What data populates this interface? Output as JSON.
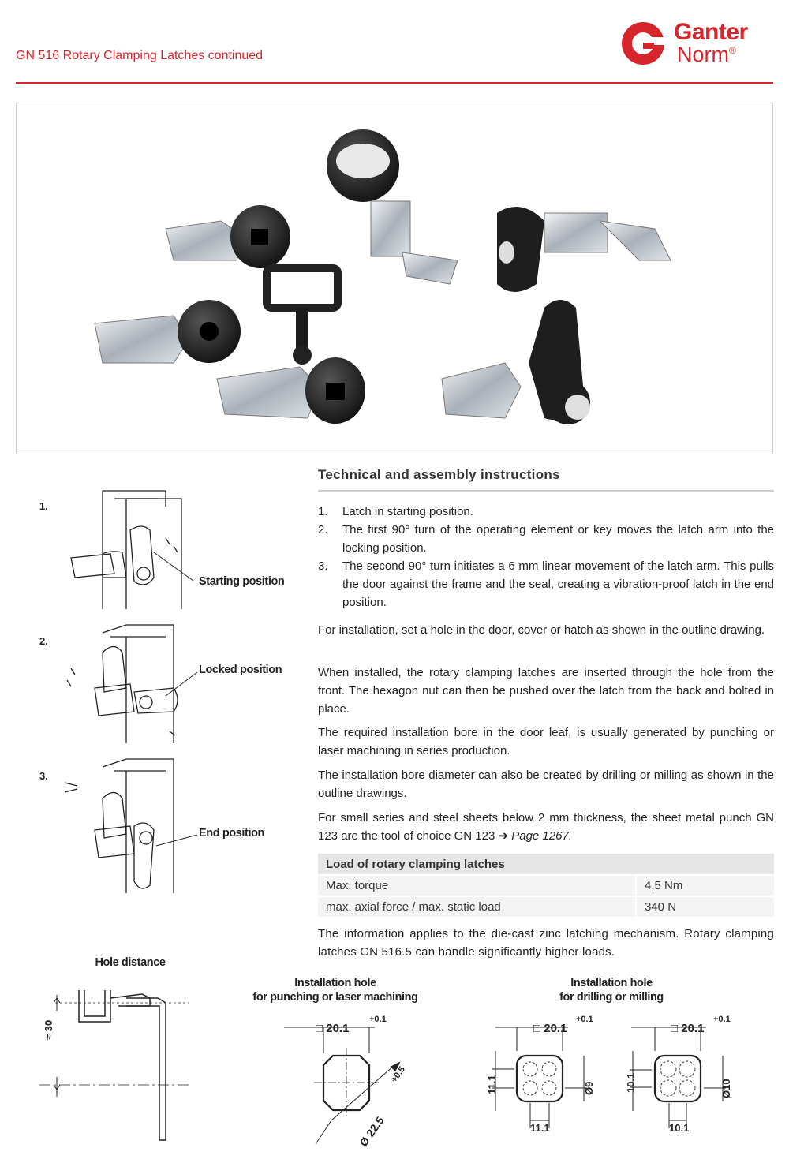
{
  "header": {
    "title": "GN 516 Rotary Clamping Latches continued",
    "logo_line1": "Ganter",
    "logo_line2": "Norm",
    "logo_mark": "®"
  },
  "instructions": {
    "title": "Technical and assembly instructions",
    "steps": [
      {
        "num": "1.",
        "text": "Latch in starting position."
      },
      {
        "num": "2.",
        "text": "The first 90° turn of the operating element or key moves the latch arm into the locking position."
      },
      {
        "num": "3.",
        "text": "The second 90° turn initiates a 6 mm linear movement of the latch arm. This pulls the door against the frame and the seal, creating a vibration-proof latch in the end position."
      }
    ],
    "paragraphs": [
      "For installation, set a hole in the door, cover or hatch as shown in the outline drawing.",
      "When installed, the rotary clamping latches are inserted through the hole from the front. The hexagon nut can then be pushed over the latch from the back and bolted in place.",
      "The required installation bore in the door leaf, is usually generated by punching or laser machining in series production.",
      "The installation bore diameter can also be created by drilling or milling as shown in the outline drawings."
    ],
    "small_series_text": "For small series and steel sheets below 2 mm thickness, the sheet metal punch GN 123 are the tool of choice GN 123 ",
    "arrow": "➔",
    "page_ref": "Page 1267.",
    "load_note": "The information applies to the die-cast zinc latching mechanism. Rotary clamping latches GN 516.5 can handle significantly higher loads."
  },
  "load_table": {
    "title": "Load of rotary clamping latches",
    "rows": [
      {
        "label": "Max. torque",
        "value": "4,5 Nm"
      },
      {
        "label": "max. axial force / max. static load",
        "value": "340 N"
      }
    ]
  },
  "side_diagrams": [
    {
      "num": "1.",
      "label": "Starting position"
    },
    {
      "num": "2.",
      "label": "Locked position"
    },
    {
      "num": "3.",
      "label": "End position"
    }
  ],
  "drawings": {
    "hole_distance": {
      "title": "Hole distance",
      "dim": "≈ 30"
    },
    "punching": {
      "title_line1": "Installation hole",
      "title_line2": "for punching or laser machining",
      "width": "□ 20.1",
      "tol_width": "+0.1",
      "diameter": "Ø 22.5",
      "tol_diameter": "+0.5"
    },
    "drilling": {
      "title_line1": "Installation hole",
      "title_line2": "for drilling or milling",
      "left": {
        "width": "□ 20.1",
        "tol": "+0.1",
        "side": "11.1",
        "bottom": "11.1",
        "diameter": "Ø9"
      },
      "right": {
        "width": "□ 20.1",
        "tol": "+0.1",
        "side": "10.1",
        "bottom": "10.1",
        "diameter": "Ø10"
      }
    }
  },
  "colors": {
    "brand_red": "#d7262b",
    "rule_gray": "#cfcfcf",
    "table_header": "#e6e6e6",
    "table_row": "#f4f4f4"
  }
}
